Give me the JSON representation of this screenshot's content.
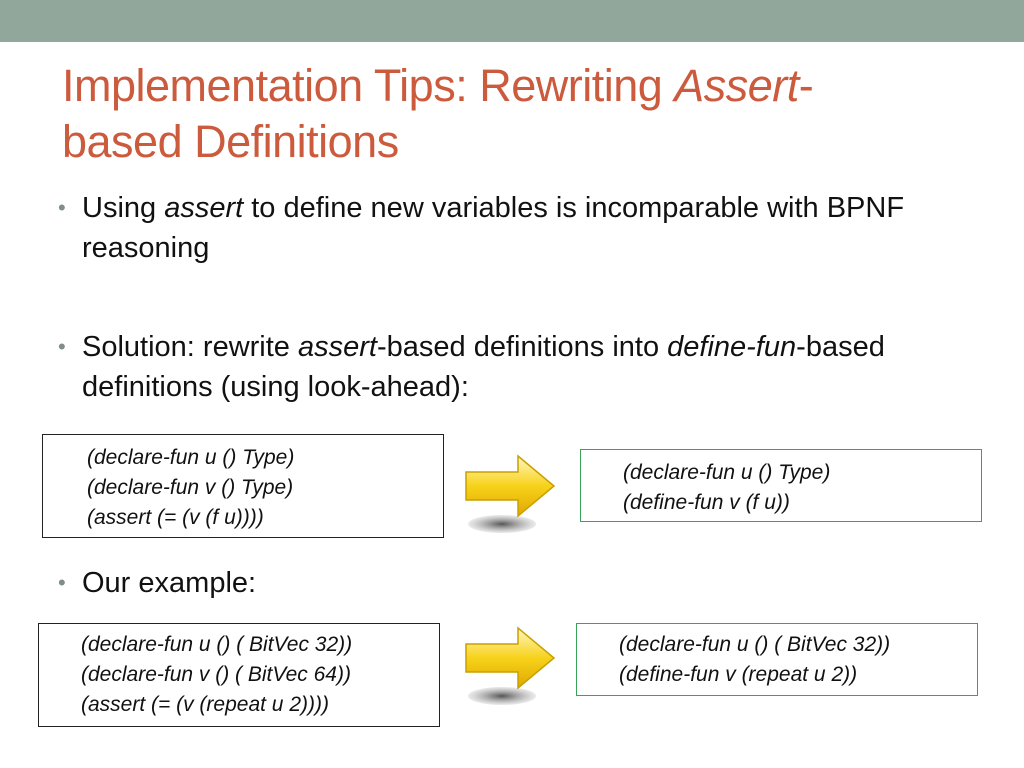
{
  "title": {
    "line1_plain": "Implementation Tips: Rewriting ",
    "line1_italic": "Assert",
    "line1_suffix": "-",
    "line2": "based Definitions"
  },
  "bullets": [
    {
      "seg1": "Using ",
      "italic1": "assert",
      "seg2": " to define new variables is incomparable with BPNF reasoning"
    },
    {
      "seg1": "Solution: rewrite ",
      "italic1": "assert",
      "seg2": "-based definitions into ",
      "italic2": "define-fun",
      "seg3": "-based definitions (using look-ahead):"
    },
    {
      "seg1": "Our example:"
    }
  ],
  "bullet_glyph": "•",
  "example1": {
    "source": [
      "(declare-fun u () Type)",
      "(declare-fun v () Type)",
      "(assert (= (v (f u))))"
    ],
    "target": [
      "(declare-fun u () Type)",
      "(define-fun v (f u))"
    ]
  },
  "example2": {
    "source": [
      "(declare-fun u () ( BitVec 32))",
      "(declare-fun v () ( BitVec 64))",
      "(assert (= (v (repeat u 2))))"
    ],
    "target": [
      "(declare-fun u () ( BitVec 32))",
      "(define-fun v (repeat u 2))"
    ]
  },
  "icons": {
    "transform_arrow": "right-arrow-icon"
  },
  "colors": {
    "title": "#cc5b3d",
    "top_bar": "#92a79b",
    "target_border": "#3aa35a",
    "arrow_fill": "#f7d21a"
  }
}
